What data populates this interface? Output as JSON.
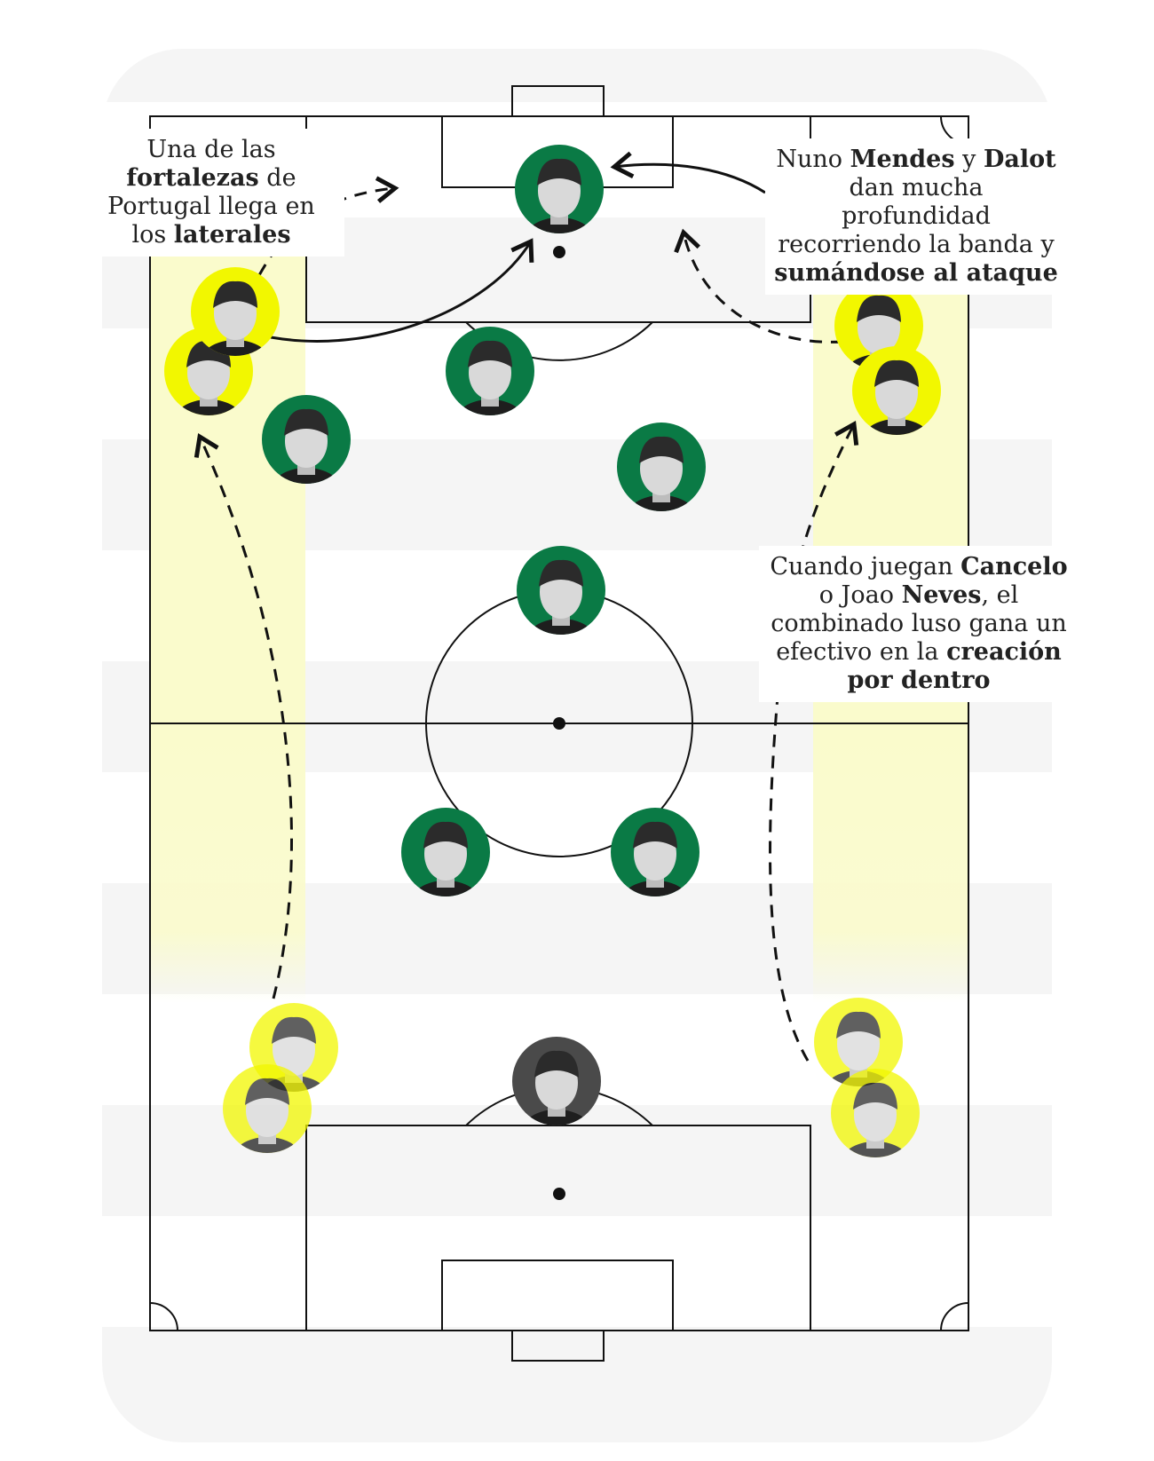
{
  "callouts": {
    "top_left": [
      {
        "text": "Una de las ",
        "bold": false
      },
      {
        "text": "fortalezas",
        "bold": true
      },
      {
        "text": " de Portugal llega en los ",
        "bold": false
      },
      {
        "text": "laterales",
        "bold": true
      }
    ],
    "top_right": [
      {
        "text": "Nuno ",
        "bold": false
      },
      {
        "text": "Mendes",
        "bold": true
      },
      {
        "text": " y ",
        "bold": false
      },
      {
        "text": "Dalot",
        "bold": true
      },
      {
        "text": " dan mucha profundidad recorriendo la banda y ",
        "bold": false
      },
      {
        "text": "sumándose al ataque",
        "bold": true
      }
    ],
    "mid_right": [
      {
        "text": "Cuando juegan ",
        "bold": false
      },
      {
        "text": "Cancelo",
        "bold": true
      },
      {
        "text": " o Joao ",
        "bold": false
      },
      {
        "text": "Neves",
        "bold": true
      },
      {
        "text": ", el combinado luso gana un efectivo en la ",
        "bold": false
      },
      {
        "text": "creación por dentro",
        "bold": true
      }
    ]
  },
  "colors": {
    "team_green": "#0a7a45",
    "highlight_yellow": "#f2f700",
    "wing_zone": "#fafbcc",
    "keeper_gray": "#4a4a4a",
    "stripe": "#f5f5f5",
    "line": "#111111"
  }
}
